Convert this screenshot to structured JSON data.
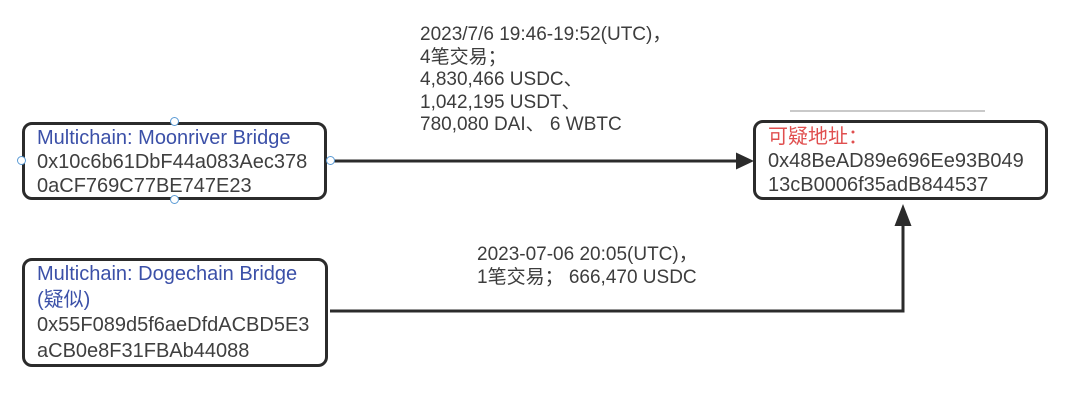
{
  "nodes": [
    {
      "name": "moonriver-bridge",
      "title": "Multichain: Moonriver Bridge",
      "address_line1": "0x10c6b61DbF44a083Aec378",
      "address_line2": "0aCF769C77BE747E23",
      "selected": true
    },
    {
      "name": "suspicious-address",
      "title": "可疑地址：",
      "address_line1": "0x48BeAD89e696Ee93B049",
      "address_line2": "13cB0006f35adB844537",
      "selected": false
    },
    {
      "name": "dogechain-bridge",
      "title": "Multichain: Dogechain Bridge",
      "subtitle": "(疑似)",
      "address_line1": "0x55F089d5f6aeDfdACBD5E3",
      "address_line2": "aCB0e8F31FBAb44088",
      "selected": false
    }
  ],
  "edge_labels": [
    {
      "lines": [
        "2023/7/6 19:46-19:52(UTC)，",
        "4笔交易；",
        "4,830,466 USDC、",
        "1,042,195 USDT、",
        "780,080 DAI、 6 WBTC"
      ]
    },
    {
      "lines": [
        "2023-07-06 20:05(UTC)，",
        "1笔交易； 666,470 USDC"
      ]
    }
  ],
  "colors": {
    "background": "#ffffff",
    "node_border": "#2b2b2b",
    "arrow": "#2b2b2b",
    "bridge_title_blue": "#3b50a8",
    "suspicious_title_red": "#e04f4f",
    "address_text": "#3f3f3f",
    "label_text": "#3d3d3d",
    "selection_handle_blue": "#5b9bd5"
  }
}
